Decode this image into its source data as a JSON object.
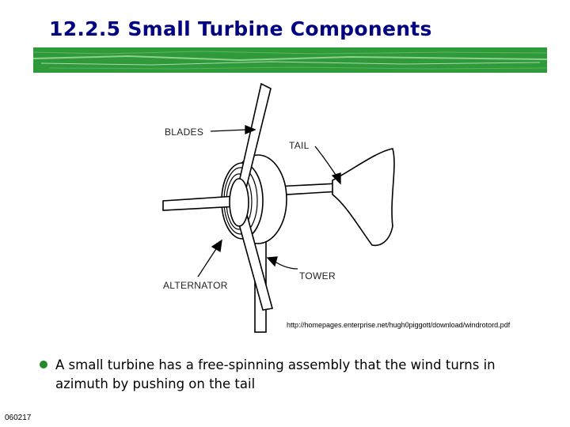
{
  "slide": {
    "title": "12.2.5 Small Turbine Components",
    "accent_color": "#2f9a3a",
    "title_color": "#000080"
  },
  "diagram": {
    "labels": {
      "blades": "BLADES",
      "tail": "TAIL",
      "tower": "TOWER",
      "alternator": "ALTERNATOR"
    },
    "source_url": "http://homepages.enterprise.net/hugh0piggott/download/windrotord.pdf"
  },
  "bullets": [
    {
      "text": "A small turbine has a free-spinning assembly that the wind turns in azimuth by pushing on the tail",
      "bullet_color": "#1f8a26"
    }
  ],
  "footer": {
    "slide_id": "060217"
  }
}
